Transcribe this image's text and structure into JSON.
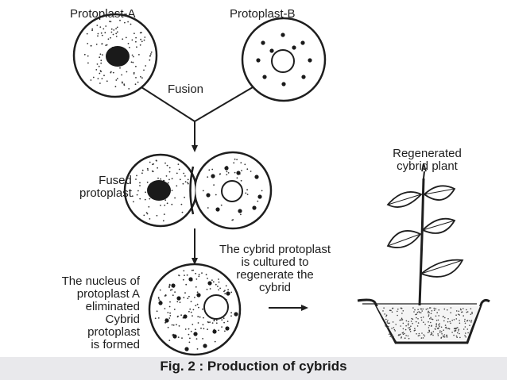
{
  "labels": {
    "protoplast_a": "Protoplast-A",
    "protoplast_b": "Protoplast-B",
    "fusion": "Fusion",
    "fused": [
      "Fused",
      "protoplast"
    ],
    "regenerated": [
      "Regenerated",
      "cybrid plant"
    ],
    "cultured": [
      "The cybrid protoplast",
      "is cultured to",
      "regenerate the",
      "cybrid"
    ],
    "nucleus_eliminated": [
      "The nucleus of",
      "protoplast A",
      "eliminated",
      "Cybrid",
      "protoplast",
      "is formed"
    ]
  },
  "caption": "Fig. 2 : Production of cybrids",
  "colors": {
    "ink": "#1e1e1e",
    "background": "#ffffff",
    "footer": "#e9e9ec"
  }
}
